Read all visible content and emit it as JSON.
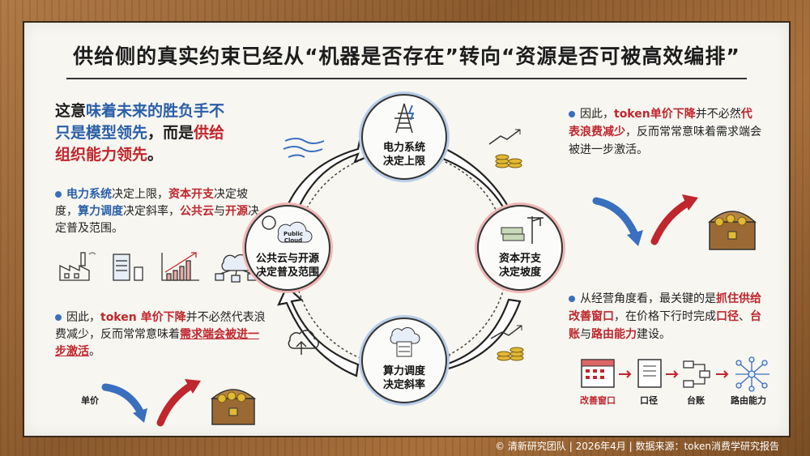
{
  "title": "供给侧的真实约束已经从“机器是否存在”转向“资源是否可被高效编排”",
  "left": {
    "lead_parts": [
      "这意",
      "味着未来的胜负手不",
      "只是模型领先",
      "，而是",
      "供给",
      "组织能力领先",
      "。"
    ],
    "bullet1_parts": [
      "电力系统",
      "决定上限，",
      "资本开支",
      "决定坡度，",
      "算力调度",
      "决定斜率，",
      "公共云",
      "与",
      "开源",
      "决定普及范围。"
    ],
    "bullet2_parts": [
      "因此，",
      "token 单价下降",
      "并不必然代表浪费减少，反而常常意味着",
      "需求端会被进一步激活",
      "。"
    ],
    "unit_price_label": "单价"
  },
  "cycle": {
    "top": [
      "电力系统",
      "决定上限"
    ],
    "right": [
      "资本开支",
      "决定坡度"
    ],
    "bottom": [
      "算力调度",
      "决定斜率"
    ],
    "left": [
      "公共云与开源",
      "决定普及范围"
    ],
    "cloud_text": [
      "Public",
      "Cloud"
    ]
  },
  "right": {
    "bullet1_parts": [
      "因此，",
      "token单价下降",
      "并不必然",
      "代表浪费减少",
      "，反而常常意味着需求端会被进一步激活。"
    ],
    "bullet2_parts": [
      "从经营角度看，最关键的是",
      "抓住供给改善窗口",
      "，在价格下行时完成",
      "口径",
      "、",
      "台账",
      "与",
      "路由能力",
      "建设。"
    ],
    "steps": [
      "改善窗口",
      "口径",
      "台账",
      "路由能力"
    ]
  },
  "footer": "© 清新研究团队 | 2026年4月 | 数据来源：token消费学研究报告",
  "colors": {
    "blue": "#2b5fa8",
    "red": "#c0262d",
    "board": "#f7f6f1",
    "frame": "#8a5a2e"
  }
}
